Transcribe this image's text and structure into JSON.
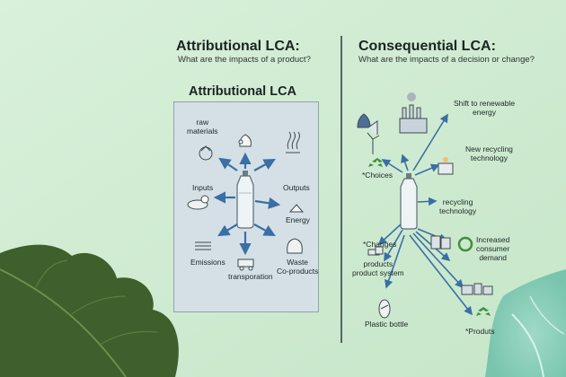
{
  "left": {
    "title": "Attributional LCA:",
    "subtitle": "What are the impacts of a product?",
    "panel_title": "Attributional LCA",
    "labels": {
      "raw_materials": "raw\nmaterials",
      "inputs": "Inputs",
      "outputs": "Outputs",
      "energy": "Energy",
      "emissions": "Emissions",
      "transportation": "transporation",
      "waste": "Waste\nCo-products"
    }
  },
  "right": {
    "title": "Consequential LCA:",
    "subtitle": "What are the impacts of a decision or change?",
    "labels": {
      "renewable": "Shift to renewable\nenergy",
      "recycling_tech_new": "New recycling\ntechnology",
      "choices": "*Choices",
      "recycling_tech": "recycling\ntechnology",
      "changes": "*Changes",
      "products": "products\nproduct system",
      "increased_demand": "Increased\nconsumer\ndemand",
      "plastic_bottle": "Plastic bottle",
      "produts": "*Produts"
    }
  },
  "colors": {
    "background": "#cdebd0",
    "arrow": "#3a6fa5",
    "panel": "#d4e0e6",
    "leaf": "#3f5f2c",
    "recycle": "#3f8f3a"
  }
}
